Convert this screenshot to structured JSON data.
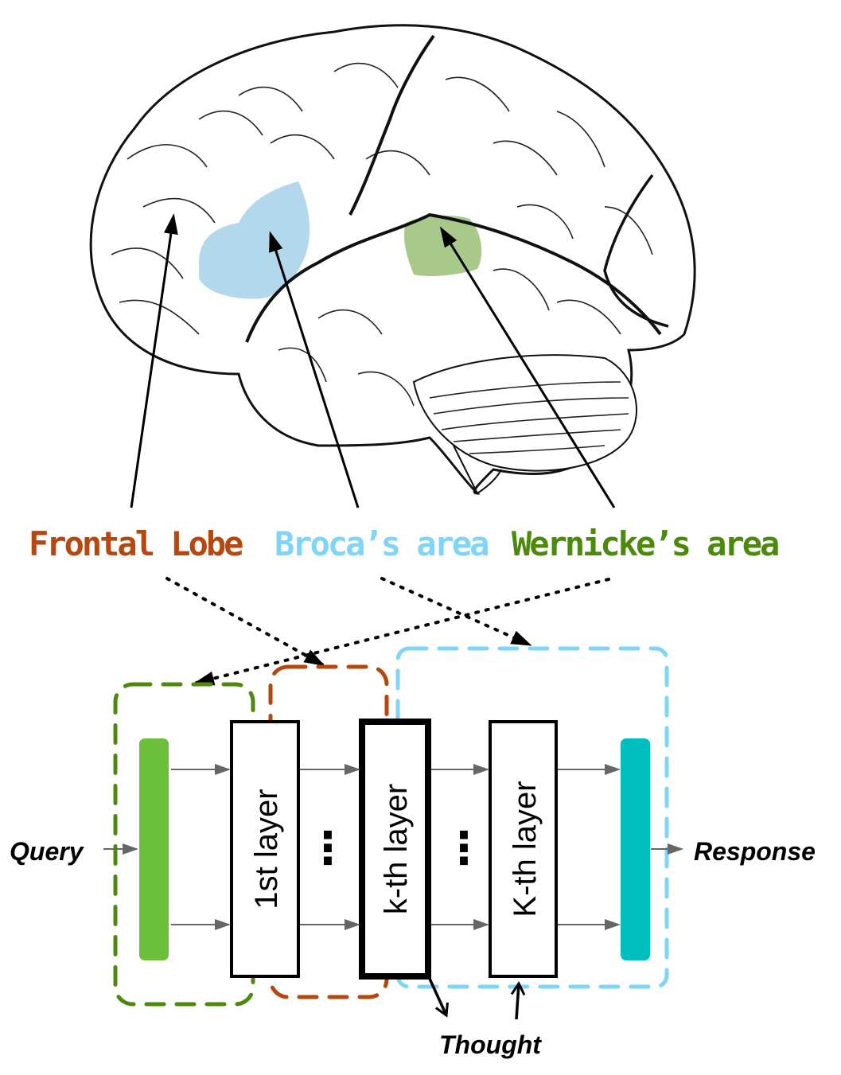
{
  "brain_labels": {
    "frontal_lobe": "Frontal Lobe",
    "brocas_area": "Broca’s area",
    "wernickes_area": "Wernicke’s area"
  },
  "layers": {
    "first": "1st layer",
    "kth": "k-th layer",
    "Kth": "K-th layer",
    "ellipsis": "⋮"
  },
  "io": {
    "query": "Query",
    "response": "Response",
    "thought": "Thought"
  },
  "colors": {
    "frontal": "#b5470f",
    "broca": "#7fd4f7",
    "wernicke": "#4d8a0c",
    "input_bar": "#6bbf3a",
    "output_bar": "#00bfbf",
    "broca_region": "#b3d8ec",
    "wernicke_region": "#a8c98a"
  }
}
